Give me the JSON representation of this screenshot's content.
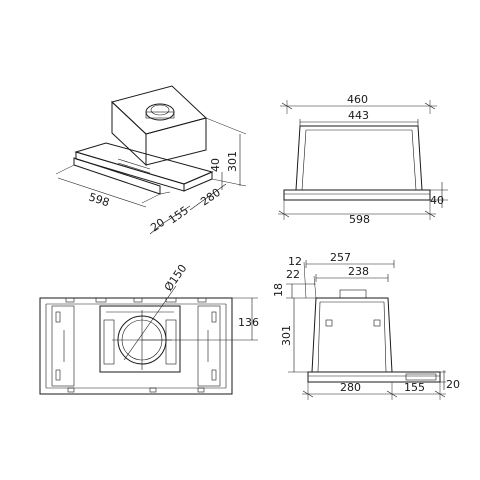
{
  "diagram": {
    "iso_view": {
      "width": "598",
      "depth": "280",
      "height": "301",
      "panel_height": "40",
      "slide_depth": "155",
      "front_lip": "20"
    },
    "front_view": {
      "top_width": "460",
      "inner_width": "443",
      "overall_width": "598",
      "panel_height": "40"
    },
    "side_view": {
      "top_depth": "257",
      "inner_depth": "238",
      "offset_a": "12",
      "offset_b": "22",
      "top_margin": "18",
      "height": "301",
      "base_depth": "280",
      "extension": "155",
      "lip": "20"
    },
    "plan_view": {
      "duct_diameter": "Ø150",
      "duct_offset": "136"
    }
  }
}
